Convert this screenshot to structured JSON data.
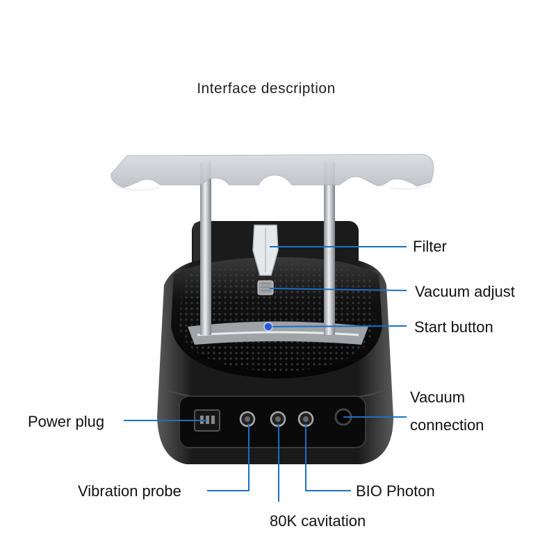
{
  "title": "Interface description",
  "labels": {
    "filter": "Filter",
    "vacuum_adjust": "Vacuum adjust",
    "start_button": "Start button",
    "vacuum_connection_line1": "Vacuum",
    "vacuum_connection_line2": "connection",
    "power_plug": "Power plug",
    "vibration_probe": "Vibration probe",
    "bio_photon": "BIO Photon",
    "cavitation_80k": "80K cavitation"
  },
  "colors": {
    "leader_line": "#1d6fc4",
    "device_body": "#111111",
    "holder_acrylic": "#cfd3d8"
  }
}
